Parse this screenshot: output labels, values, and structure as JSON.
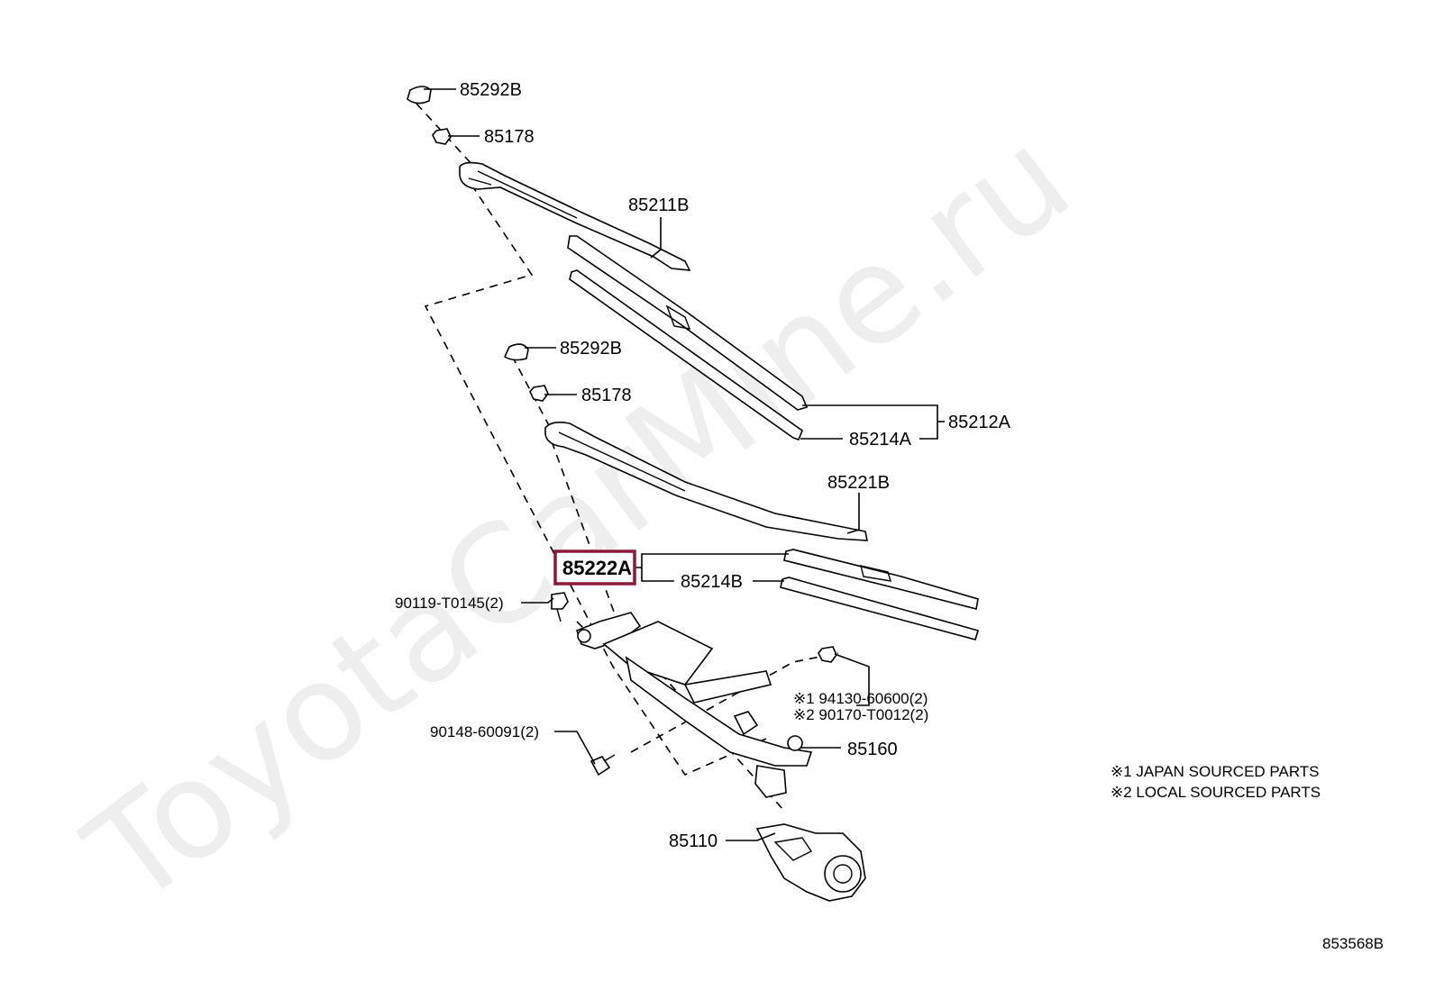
{
  "watermark": "ToyotaCarMine.ru",
  "labels": {
    "cap_top": "85292B",
    "nut_top": "85178",
    "arm_rh": "85211B",
    "blade_rh": "85212A",
    "rubber_rh": "85214A",
    "cap_mid": "85292B",
    "nut_mid": "85178",
    "arm_lh": "85221B",
    "blade_lh": "85222A",
    "rubber_lh": "85214B",
    "bolt_top": "90119-T0145(2)",
    "nut_link_1": "※1 94130-60600(2)",
    "nut_link_2": "※2 90170-T0012(2)",
    "bolt_bottom": "90148-60091(2)",
    "link": "85160",
    "motor": "85110"
  },
  "notes": {
    "japan": "※1 JAPAN SOURCED PARTS",
    "local": "※2 LOCAL SOURCED PARTS"
  },
  "diagram_id": "853568B",
  "highlight_color": "#8b1a3a"
}
